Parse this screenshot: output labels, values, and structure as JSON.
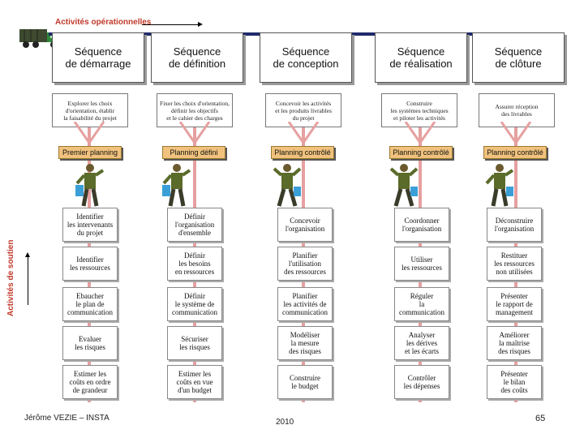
{
  "top_label": "Activités opérationnelles",
  "side_label": "Activités de soutien",
  "phases": [
    {
      "title": "Séquence\nde démarrage"
    },
    {
      "title": "Séquence\nde définition"
    },
    {
      "title": "Séquence\nde conception"
    },
    {
      "title": "Séquence\nde réalisation"
    },
    {
      "title": "Séquence\nde clôture"
    }
  ],
  "columns": [
    {
      "desc": "Explorer les choix\nd'orientation, établir\nla faisabilité du projet",
      "planning": "Premier planning",
      "tasks": [
        "Identifier\nles intervenants\ndu projet",
        "Identifier\nles ressources",
        "Ebaucher\nle plan de\ncommunication",
        "Evaluer\nles risques",
        "Estimer les\ncoûts en ordre\nde grandeur"
      ]
    },
    {
      "desc": "Fixer les choix d'orientation,\ndéfinir les objectifs\net le cahier des charges",
      "planning": "Planning défini",
      "tasks": [
        "Définir\nl'organisation\nd'ensemble",
        "Définir\nles besoins\nen ressources",
        "Définir\nle système de\ncommunication",
        "Sécuriser\nles risques",
        "Estimer les\ncoûts en vue\nd'un budget"
      ]
    },
    {
      "desc": "Concevoir les activités\net les produits livrables\ndu projet",
      "planning": "Planning contrôlé",
      "tasks": [
        "Concevoir\nl'organisation",
        "Planifier\nl'utilisation\ndes ressources",
        "Planifier\nles activités de\ncommunication",
        "Modéliser\nla mesure\ndes risques",
        "Construire\nle budget"
      ]
    },
    {
      "desc": "Construire\nles systèmes techniques\net piloter les activités",
      "planning": "Planning contrôlé",
      "tasks": [
        "Coordonner\nl'organisation",
        "Utiliser\nles ressources",
        "Réguler\nla\ncommunication",
        "Analyser\nles dérives\net les écarts",
        "Contrôler\nles dépenses"
      ]
    },
    {
      "desc": "Assurer réception\ndes livrables",
      "planning": "Planning contrôlé",
      "tasks": [
        "Déconstruire\nl'organisation",
        "Restituer\nles ressources\nnon utilisées",
        "Présenter\nle rapport de\nmanagement",
        "Améliorer\nla maîtrise\ndes risques",
        "Présenter\nle bilan\ndes coûts"
      ]
    }
  ],
  "footer": {
    "author": "Jérôme VEZIE – INSTA",
    "year": "2010",
    "page": "65"
  }
}
